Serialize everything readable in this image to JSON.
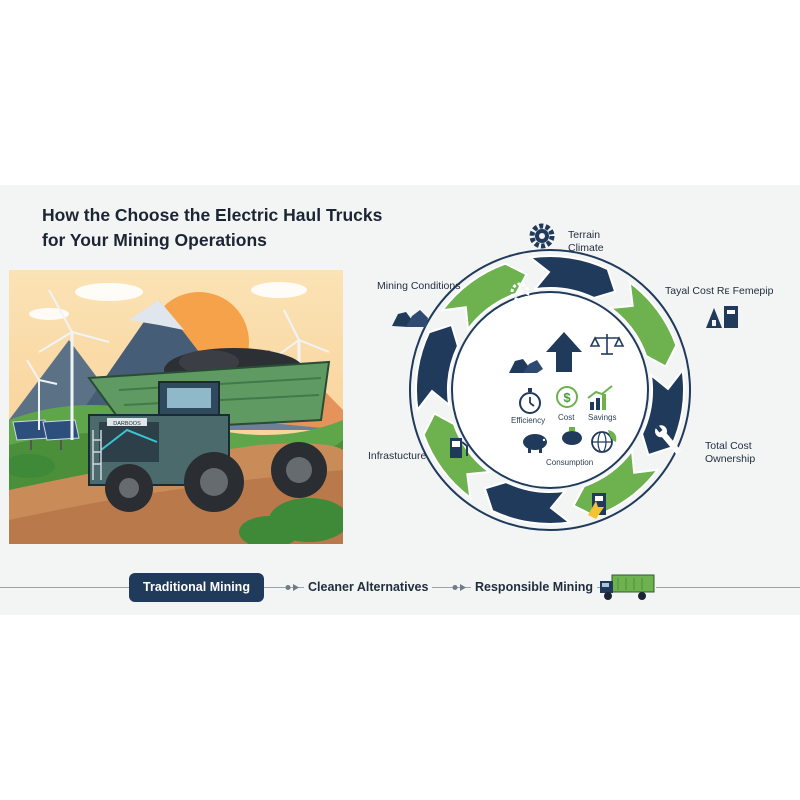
{
  "title": {
    "line1": "How the Choose the Electric Haul Trucks",
    "line2": "for Your Mining Operations"
  },
  "illustration": {
    "truck_plate": "DARBOOS"
  },
  "cycle": {
    "labels": {
      "terrain": "Terrain",
      "climate": "Climate",
      "mining_conditions": "Mining Conditions",
      "tayal_cost": "Tayal Cost Rᴇ Femepip",
      "total_cost": "Total Cost",
      "ownership": "Ownership",
      "infrastructure": "Infrastucture"
    },
    "center": {
      "efficiency": "Efficiency",
      "cost": "Cost",
      "savings": "Savings",
      "consumption": "Consumption"
    },
    "icons": [
      "gear-icon",
      "rocks-icon",
      "building-icon",
      "wrench-icon",
      "fuel-pump-icon",
      "charging-station-icon",
      "arrow-up-icon",
      "scales-icon",
      "stopwatch-icon",
      "dollar-icon",
      "growth-chart-icon",
      "piggy-bank-icon",
      "globe-leaf-icon"
    ],
    "colors": {
      "navy": "#203a5c",
      "green": "#6db24e"
    }
  },
  "timeline": {
    "step1": "Traditional Mining",
    "step2": "Cleaner Alternatives",
    "step3": "Responsible Mining"
  }
}
